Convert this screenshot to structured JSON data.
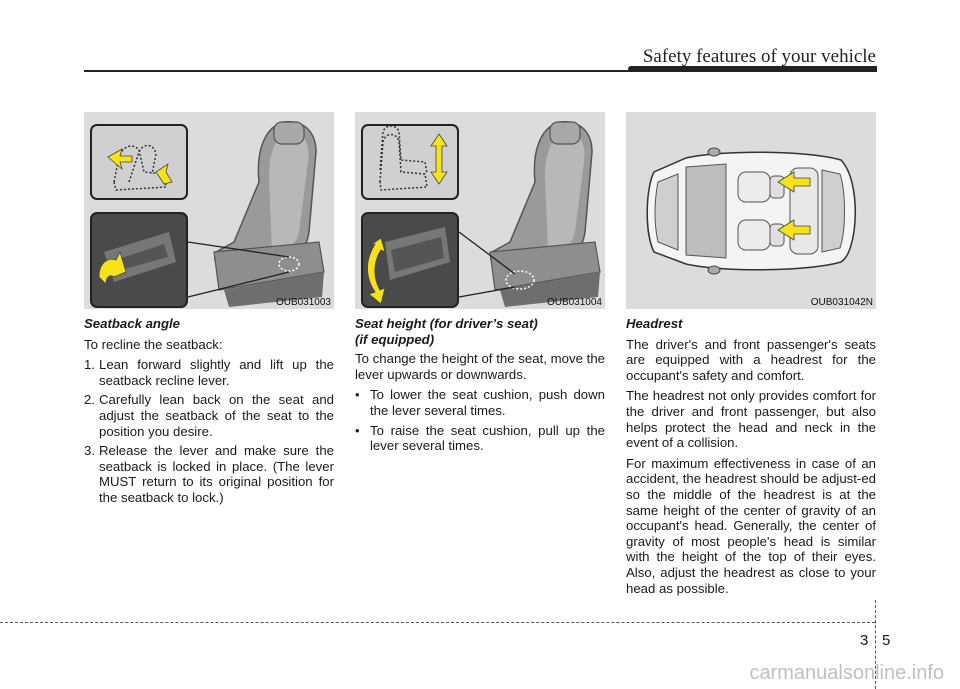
{
  "header": {
    "title": "Safety features of your vehicle"
  },
  "figures": [
    {
      "code": "OUB031003"
    },
    {
      "code": "OUB031004"
    },
    {
      "code": "OUB031042N"
    }
  ],
  "left": {
    "heading": "Seatback angle",
    "intro": "To recline the seatback:",
    "steps": [
      {
        "num": "1.",
        "text": "Lean forward slightly and lift up the seatback recline lever."
      },
      {
        "num": "2.",
        "text": "Carefully lean back on the seat and adjust the seatback of the seat to the position you desire."
      },
      {
        "num": "3.",
        "text": "Release the lever and make sure the seatback is locked in place. (The lever MUST return to its original position for the seatback to lock.)"
      }
    ]
  },
  "middle": {
    "heading_line1": "Seat height (for driver’s seat)",
    "heading_line2": "(if equipped)",
    "intro": "To change the height of the seat, move the lever upwards or downwards.",
    "bullets": [
      {
        "mark": "•",
        "text": "To lower the seat cushion, push down the lever several times."
      },
      {
        "mark": "•",
        "text": "To raise the seat cushion, pull up the lever several times."
      }
    ]
  },
  "right": {
    "heading": "Headrest",
    "p1": "The driver's and front passenger's seats are equipped with a headrest for the occupant's safety and comfort.",
    "p2": "The headrest not only provides comfort for the driver and front passenger, but also helps protect the head and neck in the event of a collision.",
    "p3": "For maximum effectiveness in case of an accident, the headrest should be adjust-ed so the middle of the headrest is at the same height of the center of gravity of an occupant's head. Generally, the center of gravity of most people's head is similar with the height of the top of their eyes. Also, adjust the headrest as close to your head as possible."
  },
  "footer": {
    "chapter": "3",
    "page": "5",
    "watermark": "carmanualsonline.info"
  },
  "colors": {
    "arrow": "#f5e21b",
    "figure_bg": "#dcdcdc"
  }
}
